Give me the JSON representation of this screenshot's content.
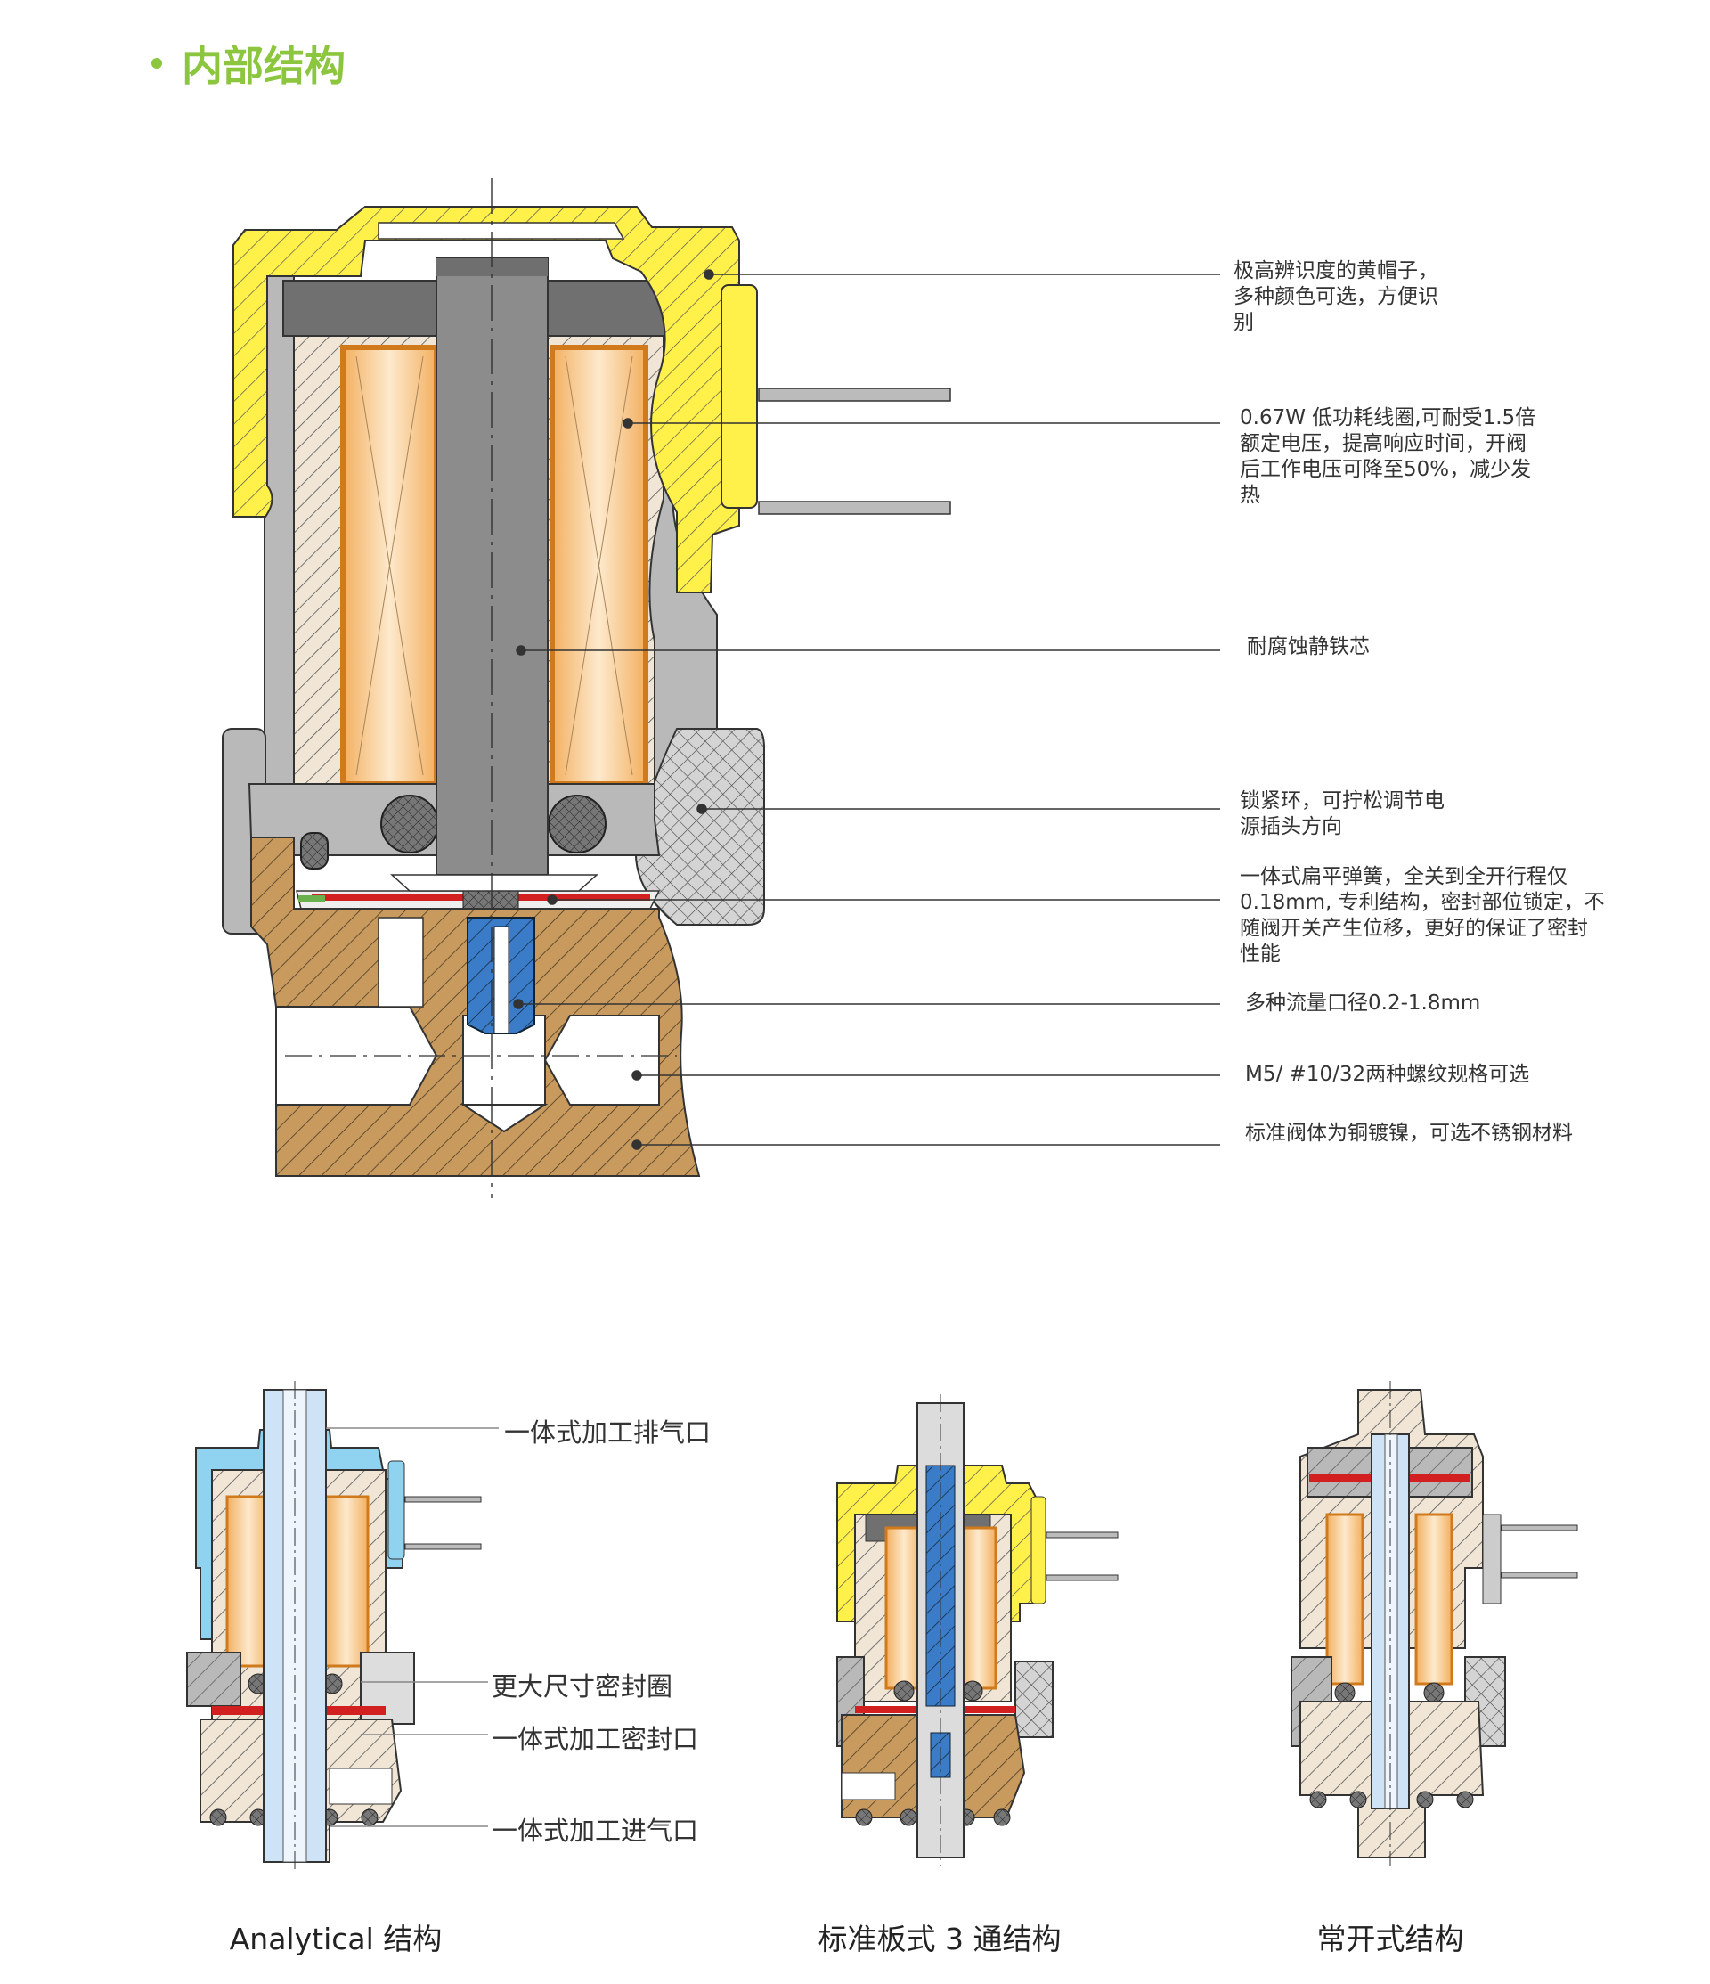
{
  "section": {
    "title": "内部结构"
  },
  "callouts": [
    {
      "text": "极高辨识度的黄帽子，\n多种颜色可选，方便识\n别"
    },
    {
      "text": "0.67W 低功耗线圈,可耐受1.5倍\n额定电压，提高响应时间，开阀\n后工作电压可降至50%，减少发\n热"
    },
    {
      "text": "耐腐蚀静铁芯"
    },
    {
      "text": "锁紧环，可拧松调节电\n源插头方向"
    },
    {
      "text": "一体式扁平弹簧，全关到全开行程仅\n0.18mm, 专利结构，密封部位锁定，不\n随阀开关产生位移，更好的保证了密封\n性能"
    },
    {
      "text": "多种流量口径0.2-1.8mm"
    },
    {
      "text": "M5/ #10/32两种螺纹规格可选"
    },
    {
      "text": "标准阀体为铜镀镍，可选不锈钢材料"
    }
  ],
  "analytical": {
    "exhaust": "一体式加工排气口",
    "seal_ring": "更大尺寸密封圈",
    "seal_port": "一体式加工密封口",
    "inlet": "一体式加工进气口"
  },
  "variants": [
    {
      "label": "Analytical 结构"
    },
    {
      "label": "标准板式 3 通结构"
    },
    {
      "label": "常开式结构"
    }
  ],
  "colors": {
    "accent": "#8cc63f",
    "cap_yellow": "#fff04a",
    "cap_blue": "#8fd3f0",
    "coil": "#f6a43c",
    "core": "#8c8c8c",
    "body_brass": "#c89a5e",
    "gray": "#b5b5b5",
    "diaphragm_red": "#d22020",
    "nozzle_blue": "#3a7cc8"
  }
}
